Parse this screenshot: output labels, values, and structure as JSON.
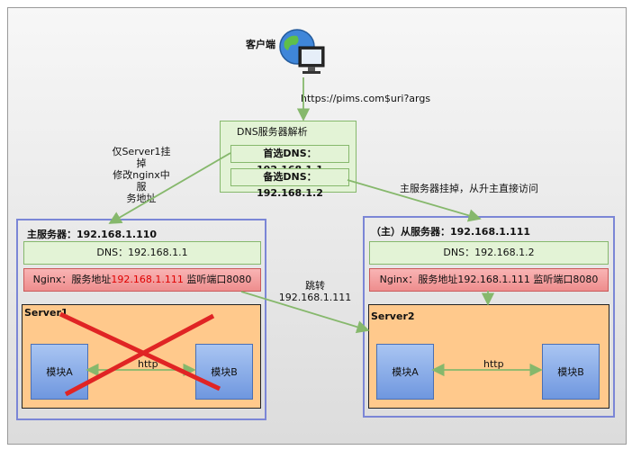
{
  "client": {
    "label": "客户端",
    "url": "https://pims.com$uri?args"
  },
  "dns_resolver": {
    "title": "DNS服务器解析",
    "primary": "首选DNS：192.168.1.1",
    "secondary": "备选DNS：192.168.1.2"
  },
  "annotations": {
    "left_note": [
      "仅Server1挂掉",
      "修改nginx中服",
      "务地址"
    ],
    "right_note": "主服务器挂掉，从升主直接访问",
    "jump": [
      "跳转",
      "192.168.1.111"
    ]
  },
  "master": {
    "title": "主服务器：192.168.1.110",
    "dns": "DNS：192.168.1.1",
    "nginx_prefix": "Nginx：服务地址",
    "nginx_ip": "192.168.1.111",
    "nginx_suffix": " 监听端口8080",
    "server": "Server1",
    "module_a": "模块A",
    "module_b": "模块B",
    "link": "http"
  },
  "slave": {
    "title": "（主）从服务器：192.168.1.111",
    "dns": "DNS：192.168.1.2",
    "nginx": "Nginx：服务地址192.168.1.111 监听端口8080",
    "server": "Server2",
    "module_a": "模块A",
    "module_b": "模块B",
    "link": "http"
  },
  "colors": {
    "arrow": "#86b86c",
    "cross": "#e02424",
    "ip_highlight": "#e00000"
  }
}
